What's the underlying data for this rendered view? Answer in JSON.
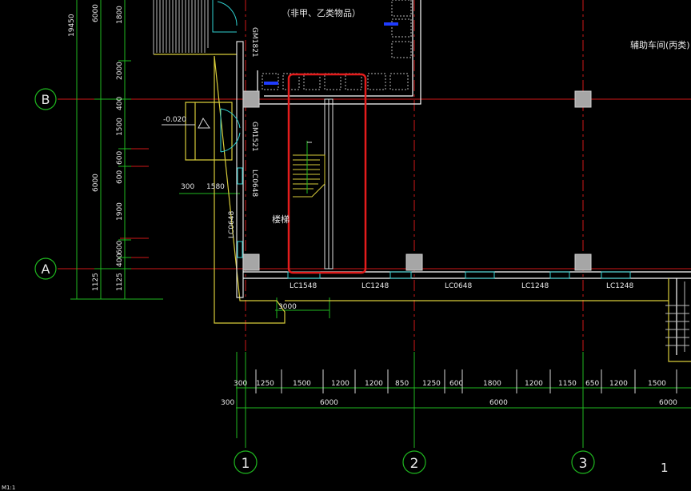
{
  "drawing": {
    "grid_axes": {
      "rows": [
        "B",
        "A"
      ],
      "columns": [
        "1",
        "2",
        "3"
      ]
    },
    "room_labels": {
      "storage_note": "（非甲、乙类物品）",
      "aux_workshop": "辅助车间(丙类)",
      "stair": "楼梯"
    },
    "level_mark": "-0.020",
    "door_tags": {
      "top": "GM1821",
      "middle": "GM1521"
    },
    "window_tags_vertical": {
      "left_upper": "LC0648",
      "left_lower": "LC0648"
    },
    "window_tags_bottom": [
      "LC1548",
      "LC1248",
      "LC0648",
      "LC1248",
      "LC1248"
    ],
    "dims_left_outer": [
      "19450"
    ],
    "dims_left_mid": [
      "6000",
      "6000",
      "1125"
    ],
    "dims_left_inner": [
      "1800",
      "2000",
      "400",
      "1500",
      "600",
      "600",
      "1900",
      "600",
      "400",
      "1125"
    ],
    "dims_small": {
      "a": "300",
      "b": "1580",
      "c": "3000"
    },
    "dims_bottom_row1": [
      "300",
      "1250",
      "1500",
      "1200",
      "1200",
      "850",
      "1250",
      "600",
      "1800",
      "1200",
      "1150",
      "650",
      "1200",
      "1500"
    ],
    "dims_bottom_row2": [
      "300",
      "6000",
      "6000",
      "6000"
    ],
    "page_number": "1",
    "corner_text": "M1:1"
  }
}
